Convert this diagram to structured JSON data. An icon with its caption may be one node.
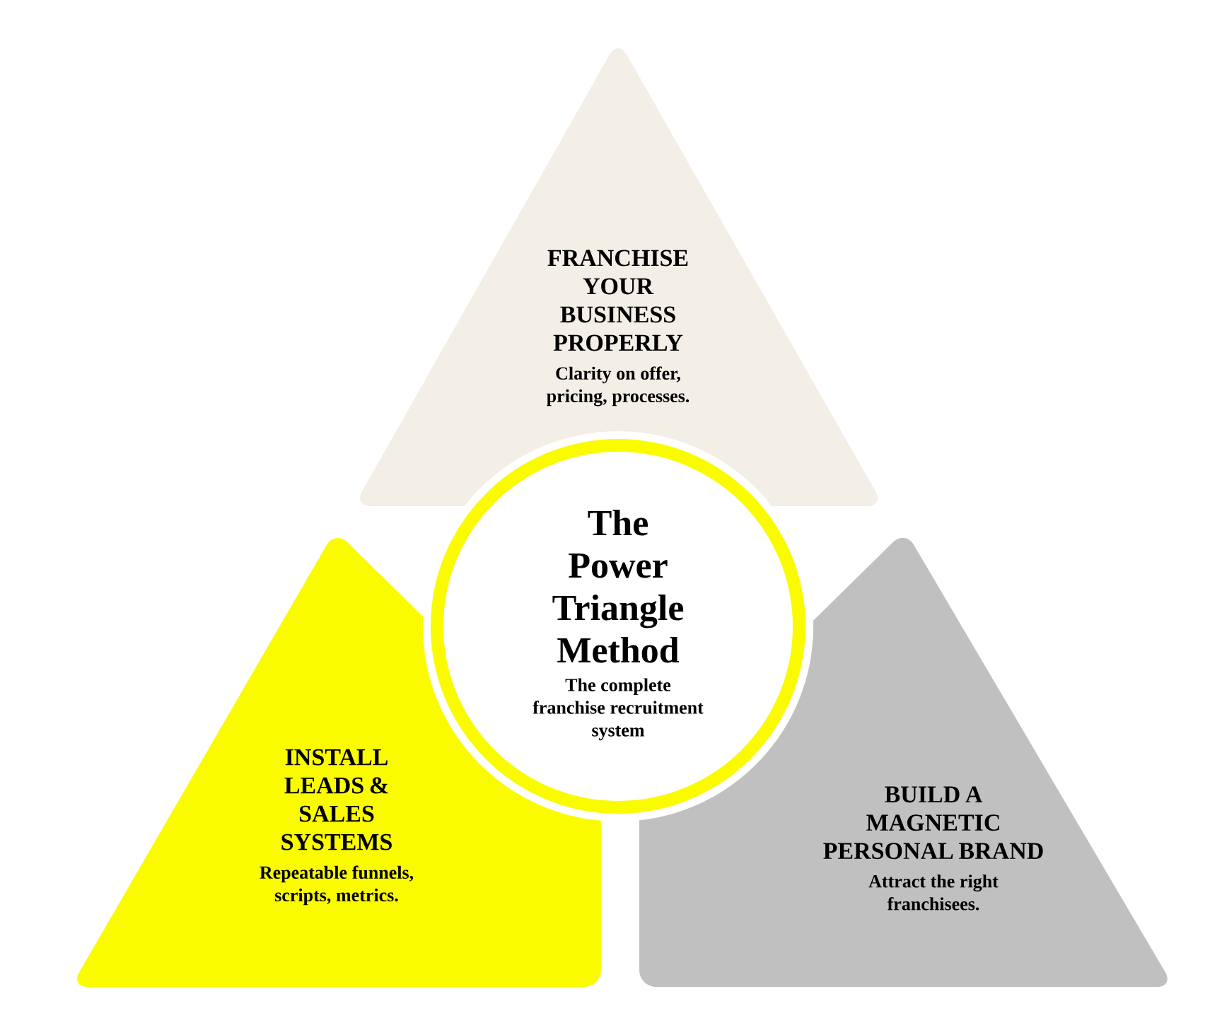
{
  "diagram": {
    "nodes": [
      {
        "text": [
          "FRANCHISE YOUR BUSINESS PROPERLY",
          "Clarity on offer, pricing, processes."
        ]
      },
      {
        "text": [
          "The Power Triangle Method",
          "The complete franchise recruitment system"
        ]
      },
      {
        "text": [
          "INSTALL LEADS & SALES SYSTEMS",
          "Repeatable funnels, scripts, metrics."
        ]
      },
      {
        "text": [
          "BUILD A MAGNETIC PERSONAL BRAND",
          "Attract the right franchisees."
        ]
      }
    ]
  }
}
